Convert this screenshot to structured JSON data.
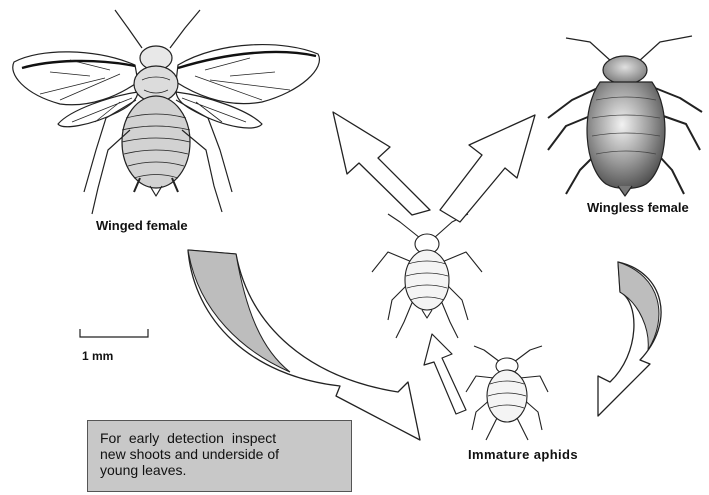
{
  "labels": {
    "winged_female": "Winged female",
    "wingless_female": "Wingless female",
    "immature_aphids": "Immature aphids",
    "scale": "1 mm"
  },
  "note": {
    "line1": "For early detection inspect",
    "line2": "new shoots and underside of",
    "line3": "young leaves."
  },
  "colors": {
    "background": "#ffffff",
    "note_fill": "#c8c8c8",
    "arrow_shade": "#bdbdbd",
    "outline": "#222222"
  },
  "icons": {
    "winged": "winged-female-aphid-icon",
    "wingless": "wingless-female-aphid-icon",
    "nymph_large": "nymph-aphid-icon",
    "nymph_small": "immature-aphid-icon"
  }
}
